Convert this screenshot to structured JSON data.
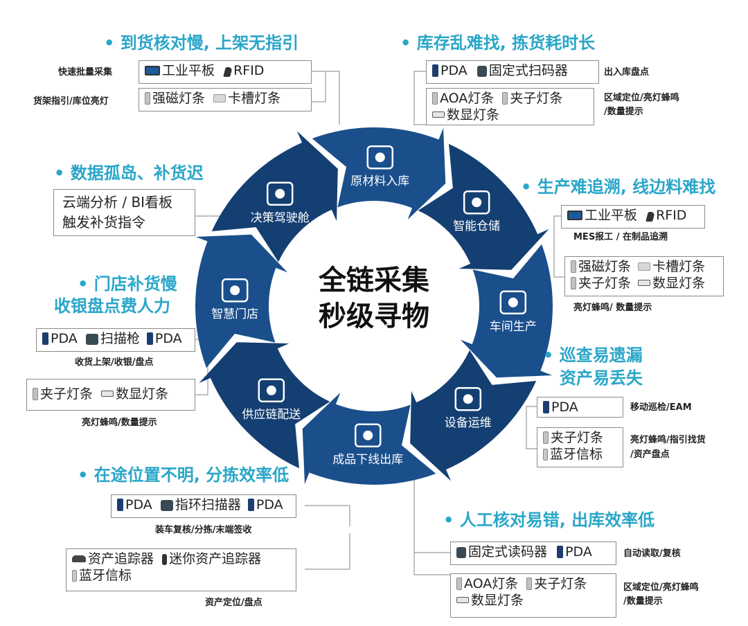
{
  "center": {
    "line1": "全链采集",
    "line2": "秒级寻物"
  },
  "ring_segments": [
    {
      "label": "原材料入库",
      "icon": "truck-warehouse-icon"
    },
    {
      "label": "智能仓储",
      "icon": "chip-icon"
    },
    {
      "label": "车间生产",
      "icon": "factory-line-icon"
    },
    {
      "label": "设备运维",
      "icon": "atom-icon"
    },
    {
      "label": "成品下线出库",
      "icon": "conveyor-icon"
    },
    {
      "label": "供应链配送",
      "icon": "globe-pin-icon"
    },
    {
      "label": "智慧门店",
      "icon": "globe-network-icon"
    },
    {
      "label": "决策驾驶舱",
      "icon": "touch-screen-icon"
    }
  ],
  "panels": {
    "tl": {
      "title": "• 到货核对慢, 上架无指引",
      "box1": [
        "工业平板",
        "RFID"
      ],
      "label1": "快速批量采集",
      "box2": [
        "强磁灯条",
        "卡槽灯条"
      ],
      "label2": "货架指引/库位亮灯"
    },
    "tr": {
      "title": "• 库存乱难找, 拣货耗时长",
      "box1": [
        "PDA",
        "固定式扫码器"
      ],
      "label1": "出入库盘点",
      "box2a": [
        "AOA灯条",
        "夹子灯条"
      ],
      "box2b": "数显灯条",
      "label2a": "区域定位/亮灯蜂鸣",
      "label2b": "/数量提示"
    },
    "ml": {
      "title": "• 数据孤岛、补货迟",
      "line1": "云端分析 / BI看板",
      "line2": "触发补货指令"
    },
    "mr": {
      "title": "• 生产难追溯, 线边料难找",
      "box1": [
        "工业平板",
        "RFID"
      ],
      "label1": "MES报工 / 在制品追溯",
      "box2a": [
        "强磁灯条",
        "卡槽灯条"
      ],
      "box2b": [
        "夹子灯条",
        "数显灯条"
      ],
      "label2": "亮灯蜂鸣/ 数量提示"
    },
    "l2": {
      "title1": "• 门店补货慢",
      "title2": "收银盘点费人力",
      "box1": [
        "PDA",
        "扫描枪",
        "PDA"
      ],
      "label1": "收货上架/收银/盘点",
      "box2": [
        "夹子灯条",
        "数显灯条"
      ],
      "label2": "亮灯蜂鸣/数量提示"
    },
    "r2": {
      "title1": "• 巡查易遗漏",
      "title2": "资产易丢失",
      "box1": "PDA",
      "label1": "移动巡检/EAM",
      "box2a": "夹子灯条",
      "box2b": "蓝牙信标",
      "label2a": "亮灯蜂鸣/指引找货",
      "label2b": "/资产盘点"
    },
    "bl": {
      "title": "• 在途位置不明, 分拣效率低",
      "box1": [
        "PDA",
        "指环扫描器",
        "PDA"
      ],
      "label1": "装车复核/分拣/末端签收",
      "box2a": [
        "资产追踪器",
        "迷你资产追踪器"
      ],
      "box2b": "蓝牙信标",
      "label2": "资产定位/盘点"
    },
    "br": {
      "title": "• 人工核对易错, 出库效率低",
      "box1": [
        "固定式读码器",
        "PDA"
      ],
      "label1": "自动读取/复核",
      "box2a": [
        "AOA灯条",
        "夹子灯条"
      ],
      "box2b": "数显灯条",
      "label2a": "区域定位/亮灯蜂鸣",
      "label2b": "/数量提示"
    }
  },
  "colors": {
    "ring": "#1a4f8c",
    "ring_dark": "#143f72",
    "title": "#2aa6c8",
    "connector": "#9a9a9a"
  }
}
